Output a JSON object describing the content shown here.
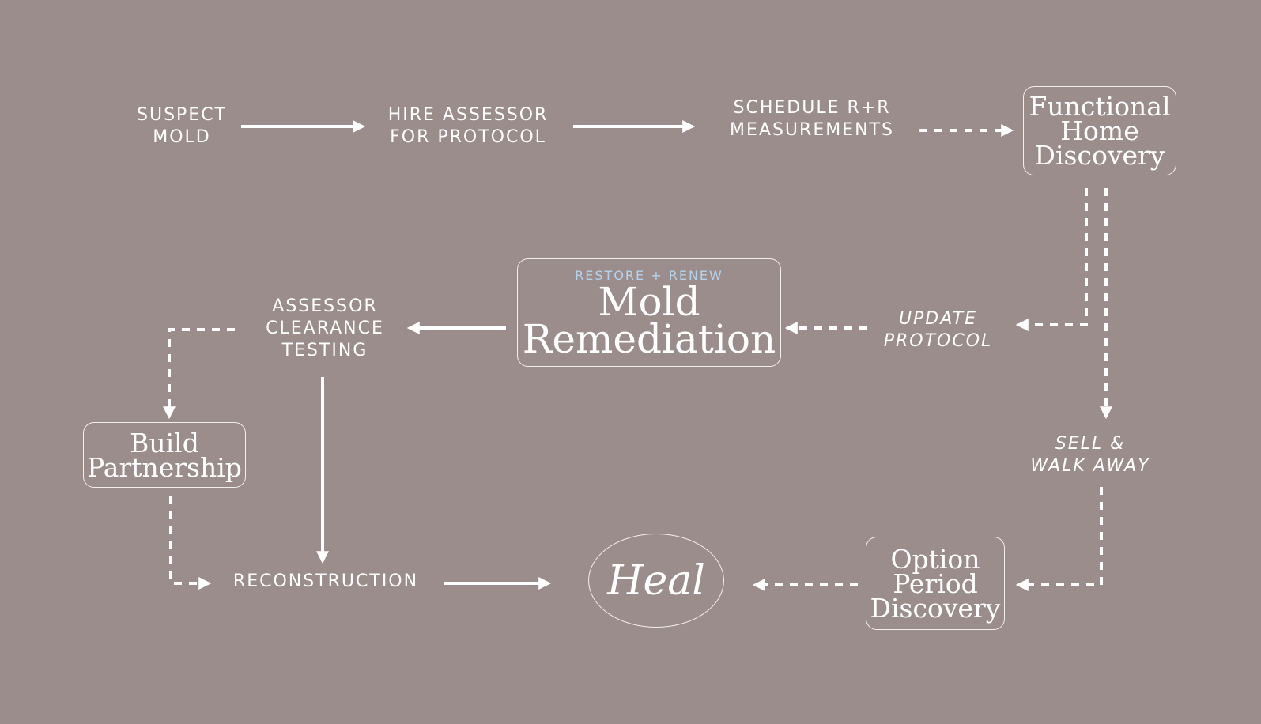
{
  "colors": {
    "background": "#9b8d8b",
    "foreground": "#ffffff",
    "kicker": "#b6d3ee"
  },
  "nodes": {
    "suspect_mold": [
      "SUSPECT",
      "MOLD"
    ],
    "hire_assessor": [
      "HIRE ASSESSOR",
      "FOR PROTOCOL"
    ],
    "schedule_measurements": [
      "SCHEDULE R+R",
      "MEASUREMENTS"
    ],
    "functional_home_discovery": [
      "Functional",
      "Home",
      "Discovery"
    ],
    "update_protocol": [
      "UPDATE",
      "PROTOCOL"
    ],
    "mold_remediation": {
      "kicker": "RESTORE + RENEW",
      "lines": [
        "Mold",
        "Remediation"
      ]
    },
    "assessor_clearance_testing": [
      "ASSESSOR",
      "CLEARANCE",
      "TESTING"
    ],
    "build_partnership": [
      "Build",
      "Partnership"
    ],
    "sell_walk_away": [
      "SELL &",
      "WALK AWAY"
    ],
    "reconstruction": "RECONSTRUCTION",
    "heal": "Heal",
    "option_period_discovery": [
      "Option",
      "Period",
      "Discovery"
    ]
  }
}
